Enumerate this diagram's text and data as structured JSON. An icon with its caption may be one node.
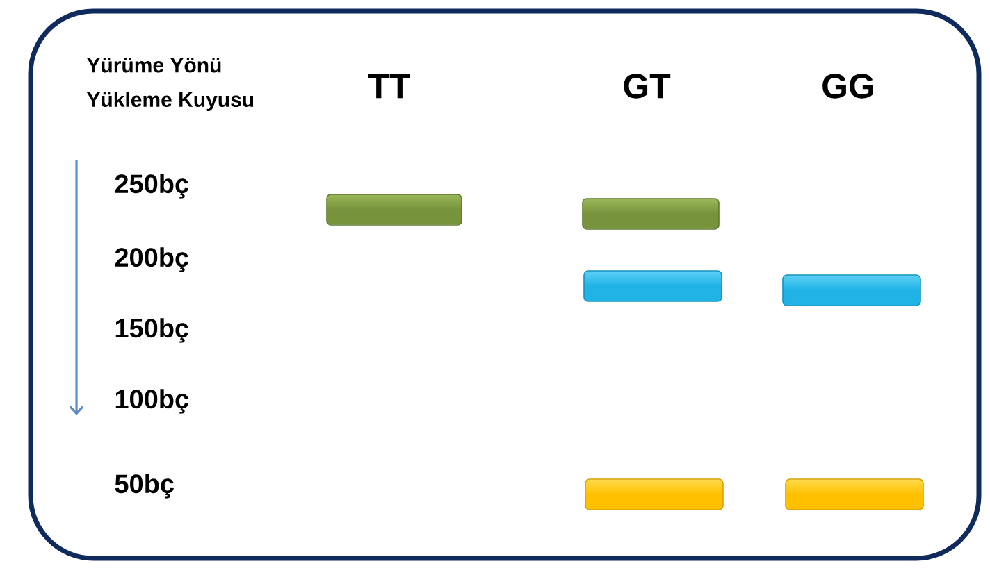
{
  "diagram": {
    "nodes": [
      {
        "text": [],
        "shape": "box"
      },
      {
        "text": [],
        "shape": "bar",
        "in": 0
      },
      {
        "text": [],
        "shape": "bar",
        "in": 0
      },
      {
        "text": [],
        "shape": "bar",
        "in": 0
      },
      {
        "text": [],
        "shape": "bar",
        "in": 0
      },
      {
        "text": [],
        "shape": "bar",
        "in": 0
      },
      {
        "text": [],
        "shape": "bar",
        "in": 0
      }
    ],
    "labels": [
      "Yürüme Yönü",
      "Yükleme Kuyusu",
      "TT",
      "GT",
      "GG",
      "250bç",
      "200bç",
      "150bç",
      "100bç",
      "50bç"
    ]
  }
}
